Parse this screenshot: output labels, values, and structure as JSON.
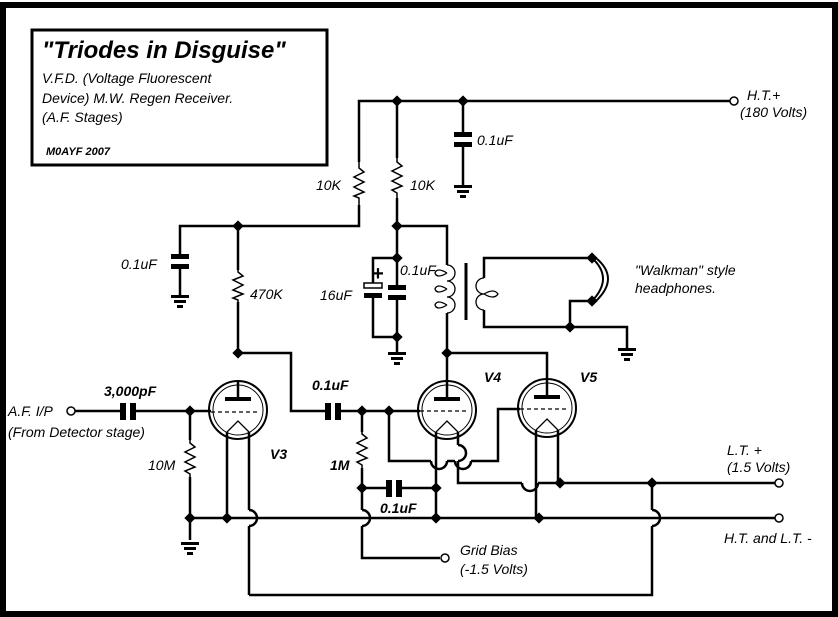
{
  "title_block": {
    "title": "\"Triodes in Disguise\"",
    "line1": "V.F.D. (Voltage  Fluorescent",
    "line2": "Device) M.W. Regen Receiver.",
    "line3": "(A.F. Stages)",
    "author": "M0AYF 2007"
  },
  "components": {
    "r_10k_left": "10K",
    "r_10k_right": "10K",
    "c_ht_decouple": "0.1uF",
    "c_v3_decouple": "0.1uF",
    "r_470k": "470K",
    "c_16uf": "16uF",
    "c_01_bypass": "0.1uF",
    "c_input": "3,000pF",
    "r_10m": "10M",
    "c_coupling": "0.1uF",
    "r_1m": "1M",
    "c_bias": "0.1uF"
  },
  "valves": {
    "v3": "V3",
    "v4": "V4",
    "v5": "V5"
  },
  "terminals": {
    "ht_plus_1": "H.T.+",
    "ht_plus_2": "(180 Volts)",
    "af_in_1": "A.F. I/P",
    "af_in_2": "(From Detector stage)",
    "lt_plus_1": "L.T. +",
    "lt_plus_2": "(1.5 Volts)",
    "ht_lt_minus": "H.T. and L.T. -",
    "grid_bias_1": "Grid Bias",
    "grid_bias_2": "(-1.5 Volts)"
  },
  "headphones": {
    "line1": "\"Walkman\" style",
    "line2": "headphones."
  }
}
